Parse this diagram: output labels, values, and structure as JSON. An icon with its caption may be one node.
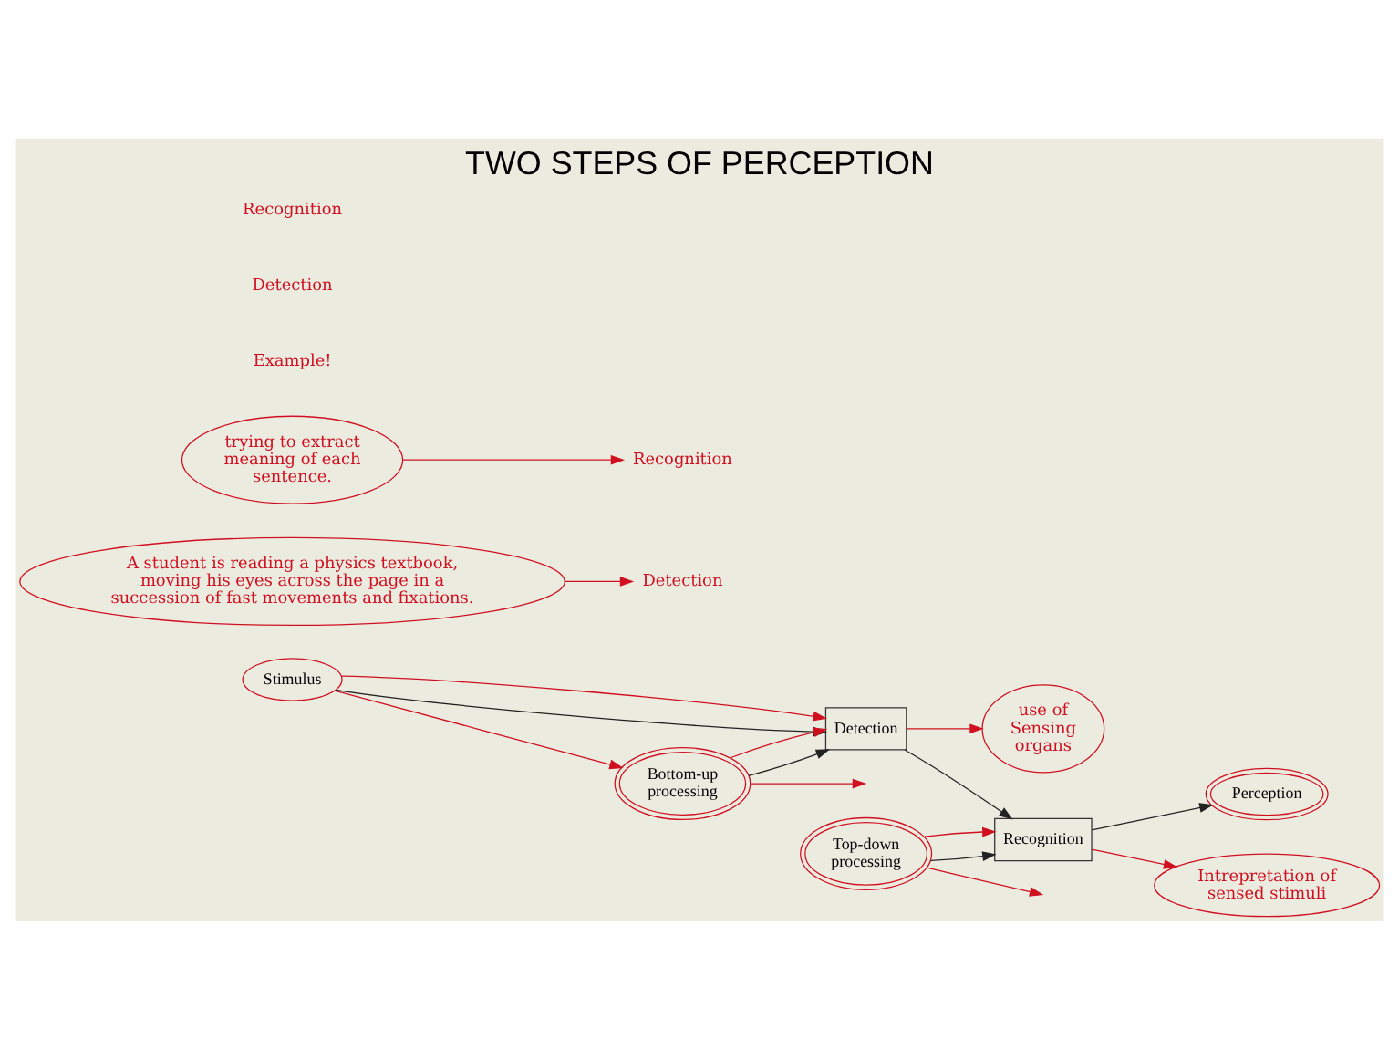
{
  "diagram": {
    "title": "TWO STEPS OF PERCEPTION",
    "nodes": [
      {
        "text": [
          "Stimulus"
        ]
      },
      {
        "text": [
          "Detection"
        ]
      },
      {
        "text": [
          "Recognition"
        ]
      },
      {
        "text": [
          "Perception"
        ]
      },
      {
        "text": [
          "Top-down processing"
        ]
      },
      {
        "text": [
          "Bottom-up processing"
        ]
      },
      {
        "text": [
          "use of Sensing organs"
        ]
      },
      {
        "text": [
          "Intrepretation of sensed stimuli"
        ]
      },
      {
        "text": [
          "A student is reading a physics textbook, moving his eyes across the page in a succession of fast movements and fixations."
        ]
      },
      {
        "text": [
          "trying to extract meaning of each sentence."
        ]
      },
      {
        "text": [
          "Detection"
        ]
      },
      {
        "text": [
          "Recognition"
        ]
      }
    ],
    "edges": [
      {
        "from": 0,
        "to": 1,
        "arrow": "to",
        "color": "#222222"
      },
      {
        "from": 1,
        "to": 2,
        "arrow": "to",
        "color": "#222222"
      },
      {
        "from": 2,
        "to": 3,
        "arrow": "to",
        "color": "#222222"
      },
      {
        "from": 4,
        "to": 2,
        "arrow": "to",
        "color": "#222222"
      },
      {
        "from": 5,
        "to": 1,
        "arrow": "to",
        "color": "#222222"
      },
      {
        "from": 0,
        "to": 1,
        "arrow": "to"
      },
      {
        "from": 0,
        "to": 5,
        "arrow": "to"
      },
      {
        "from": 5,
        "to": 1,
        "arrow": "to"
      },
      {
        "from": 5,
        "to": null,
        "arrow": "to"
      },
      {
        "from": 4,
        "to": 2,
        "arrow": "to"
      },
      {
        "from": 4,
        "to": null,
        "arrow": "to"
      },
      {
        "from": 1,
        "to": 6,
        "arrow": "to"
      },
      {
        "from": 2,
        "to": 7,
        "arrow": "to"
      },
      {
        "from": 8,
        "to": 10,
        "arrow": "to"
      },
      {
        "from": 9,
        "to": 11,
        "arrow": "to"
      }
    ],
    "labels": [
      "Example!",
      "Detection",
      "Recognition"
    ]
  }
}
